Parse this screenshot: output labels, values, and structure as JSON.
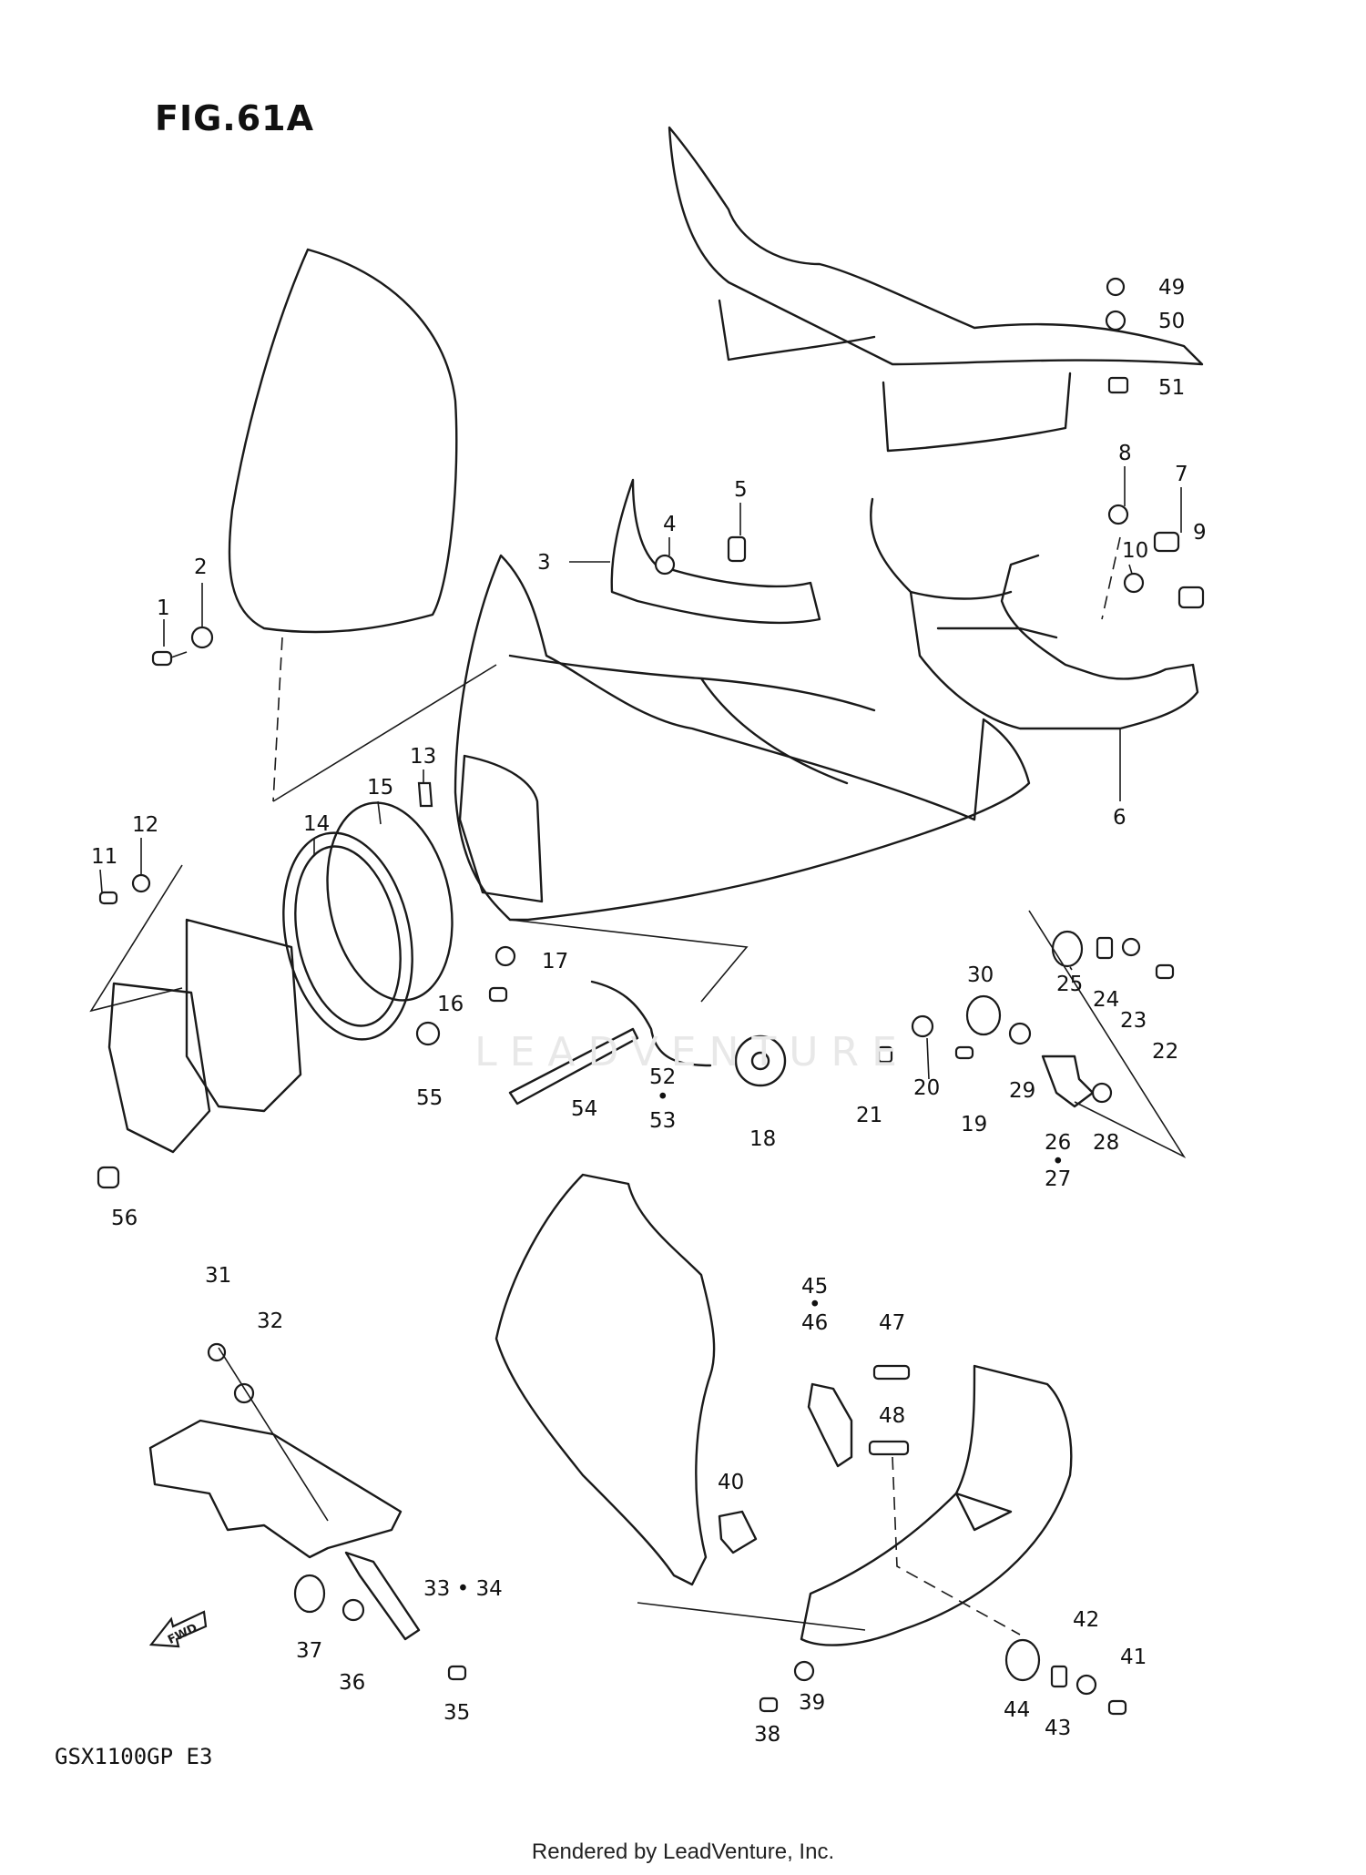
{
  "figure": {
    "title": "FIG.61A",
    "model_code": "GSX1100GP  E3",
    "footer": "Rendered by LeadVenture, Inc.",
    "watermark": "LEADVENTURE",
    "fwd_label": "FWD"
  },
  "callouts": [
    "1",
    "2",
    "3",
    "4",
    "5",
    "6",
    "7",
    "8",
    "9",
    "10",
    "11",
    "12",
    "13",
    "14",
    "15",
    "16",
    "17",
    "18",
    "19",
    "20",
    "21",
    "22",
    "23",
    "24",
    "25",
    "26",
    "27",
    "28",
    "29",
    "30",
    "31",
    "32",
    "33 • 34",
    "35",
    "36",
    "37",
    "38",
    "39",
    "40",
    "41",
    "42",
    "43",
    "44",
    "45",
    "46",
    "47",
    "48",
    "49",
    "50",
    "51",
    "52",
    "53",
    "54",
    "55",
    "56"
  ],
  "callout_separators": [
    "•",
    "•",
    "•"
  ],
  "colors": {
    "ink": "#1a1a1a",
    "paper": "#ffffff"
  }
}
